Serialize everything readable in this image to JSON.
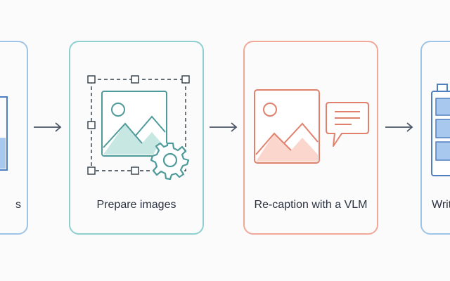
{
  "colors": {
    "blue_border": "#9ec4e6",
    "teal_border": "#8fcfcf",
    "teal_fill": "#c7e7e3",
    "teal_stroke": "#4f9a9a",
    "coral_border": "#f1a898",
    "coral_fill": "#fbd6cc",
    "coral_stroke": "#e0806d",
    "arrow": "#4a5565",
    "blue_fill": "#a9c8ee",
    "blue_stroke": "#4f7fc0"
  },
  "steps": [
    {
      "id": "left-partial",
      "label": "s"
    },
    {
      "id": "prepare",
      "label": "Prepare images"
    },
    {
      "id": "recaption",
      "label": "Re-caption with a VLM"
    },
    {
      "id": "right-partial",
      "label": "Writ"
    }
  ]
}
